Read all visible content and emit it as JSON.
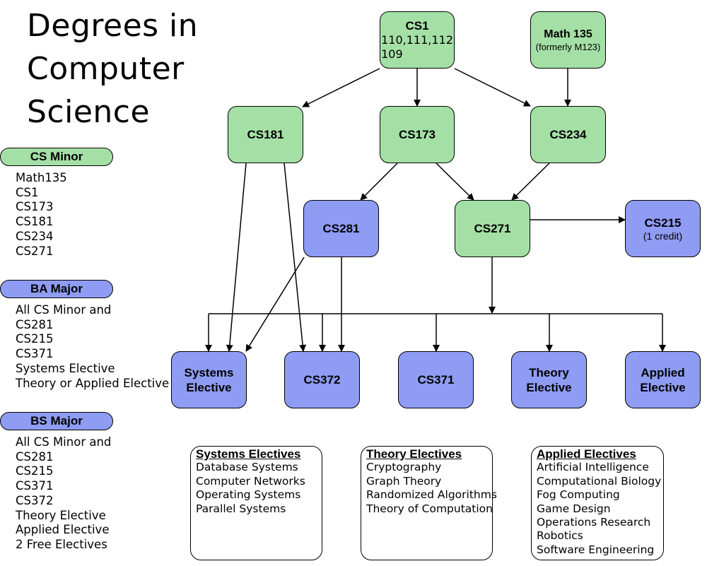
{
  "title": [
    "Degrees in",
    "Computer",
    "Science"
  ],
  "colors": {
    "green": "#a4e0a5",
    "blue": "#8f9cf3"
  },
  "requirements": [
    {
      "label": "CS Minor",
      "items": [
        "Math135",
        "CS1",
        "CS173",
        "CS181",
        "CS234",
        "CS271"
      ]
    },
    {
      "label": "BA Major",
      "items": [
        "All CS Minor and",
        "CS281",
        "CS215",
        "CS371",
        "Systems Elective",
        "Theory or Applied Elective"
      ]
    },
    {
      "label": "BS Major",
      "items": [
        "All CS Minor and",
        "CS281",
        "CS215",
        "CS371",
        "CS372",
        "Theory Elective",
        "Applied Elective",
        "2 Free Electives"
      ]
    }
  ],
  "courses": {
    "cs1": {
      "label": "CS1",
      "sub": "110,111,112\n109"
    },
    "math135": {
      "label": "Math 135",
      "sub": "(formerly M123)"
    },
    "cs181": {
      "label": "CS181"
    },
    "cs173": {
      "label": "CS173"
    },
    "cs234": {
      "label": "CS234"
    },
    "cs281": {
      "label": "CS281"
    },
    "cs271": {
      "label": "CS271"
    },
    "cs215": {
      "label": "CS215",
      "sub": "(1 credit)"
    },
    "systems_elective": {
      "label": "Systems\nElective"
    },
    "cs372": {
      "label": "CS372"
    },
    "cs371": {
      "label": "CS371"
    },
    "theory_elective": {
      "label": "Theory\nElective"
    },
    "applied_elective": {
      "label": "Applied\nElective"
    }
  },
  "electives": {
    "systems": {
      "header": "Systems Electives",
      "items": [
        "Database Systems",
        "Computer Networks",
        "Operating Systems",
        "Parallel Systems"
      ]
    },
    "theory": {
      "header": "Theory Electives",
      "items": [
        "Cryptography",
        "Graph Theory",
        "Randomized Algorithms",
        "Theory of Computation"
      ]
    },
    "applied": {
      "header": "Applied Electives",
      "items": [
        "Artificial Intelligence",
        "Computational Biology",
        "Fog Computing",
        "Game Design",
        "Operations Research",
        "Robotics",
        "Software Engineering"
      ]
    }
  }
}
